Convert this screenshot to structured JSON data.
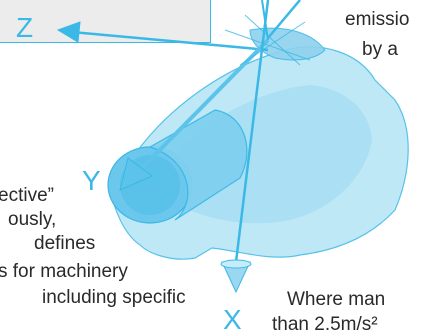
{
  "axes": {
    "x": "X",
    "y": "Y",
    "z": "Z"
  },
  "text_right": {
    "line1": "emissio",
    "line2": "by a"
  },
  "text_left": {
    "line1": "ective”",
    "line2": "ously,",
    "line3": "defines",
    "line4": "s for machinery",
    "line5": "including specific"
  },
  "text_bottom_right": {
    "line1": "Where man",
    "line2": "than 2.5m/s²"
  },
  "colors": {
    "accent": "#3ab8e6",
    "hand_fill": "#a9dff4",
    "panel_bg": "#ececec",
    "text": "#2a2a2a"
  }
}
